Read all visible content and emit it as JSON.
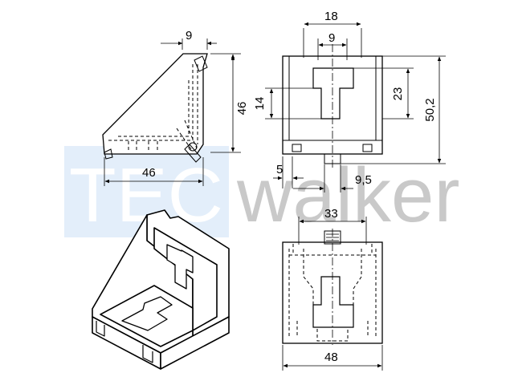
{
  "watermark": {
    "part1": "TEC",
    "part2": "walker",
    "colors": {
      "box": "#e3eefa",
      "text_dark": "#c8c8c8"
    }
  },
  "side_view": {
    "dims": {
      "top_width": "9",
      "height": "46",
      "bottom_width": "46"
    }
  },
  "front_view": {
    "dims": {
      "top_outer": "18",
      "top_inner": "9",
      "left": "14",
      "slot_height": "23",
      "total_height": "50,2",
      "bottom_left": "5",
      "bottom_right": "9,5"
    }
  },
  "top_view": {
    "dims": {
      "top": "33",
      "bottom": "48"
    }
  },
  "isometric": {}
}
